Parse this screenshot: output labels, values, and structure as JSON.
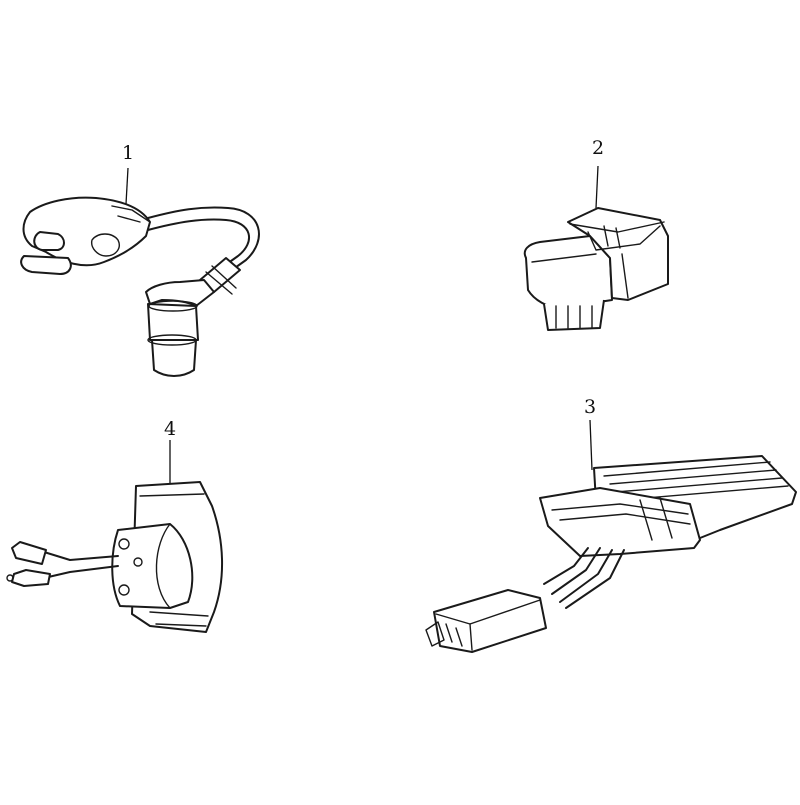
{
  "parts": [
    {
      "id": "ignition-coil",
      "callout": "1"
    },
    {
      "id": "relay",
      "callout": "2"
    },
    {
      "id": "regulator-rectifier",
      "callout": "3"
    },
    {
      "id": "starter-relay",
      "callout": "4"
    }
  ],
  "colors": {
    "background": "#ffffff",
    "line": "#1a1a1a"
  }
}
